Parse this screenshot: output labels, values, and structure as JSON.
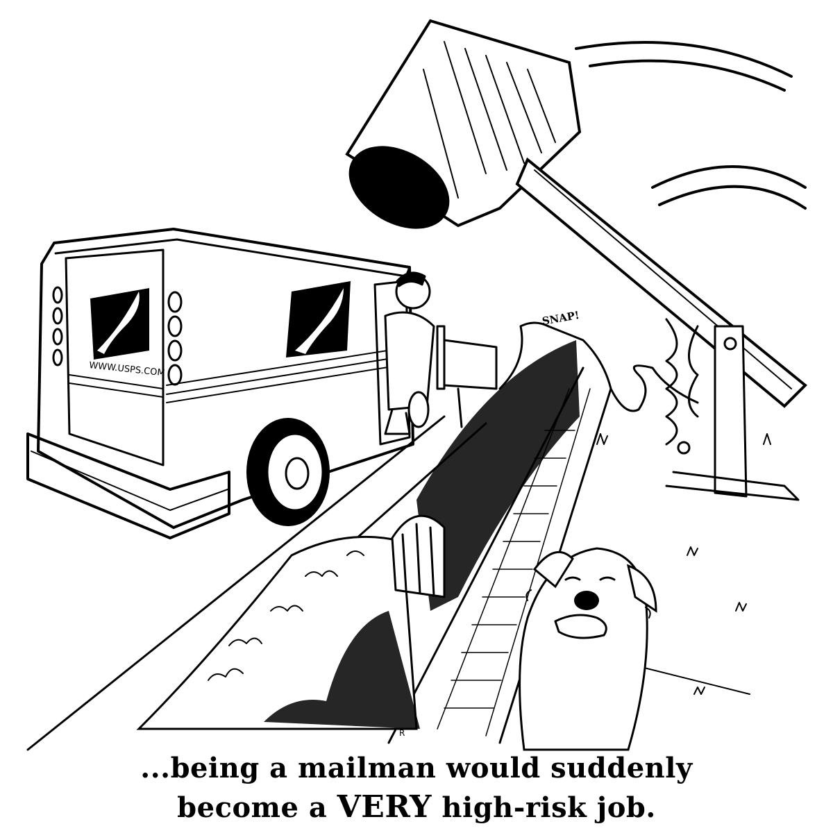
{
  "truck": {
    "website_text": "WWW.USPS.COM"
  },
  "sound_effect": "SNAP!",
  "caption": {
    "line1": "...being a mailman would suddenly",
    "line2_before": "become a ",
    "line2_emphasis": "VERY",
    "line2_after": " high-risk job."
  }
}
